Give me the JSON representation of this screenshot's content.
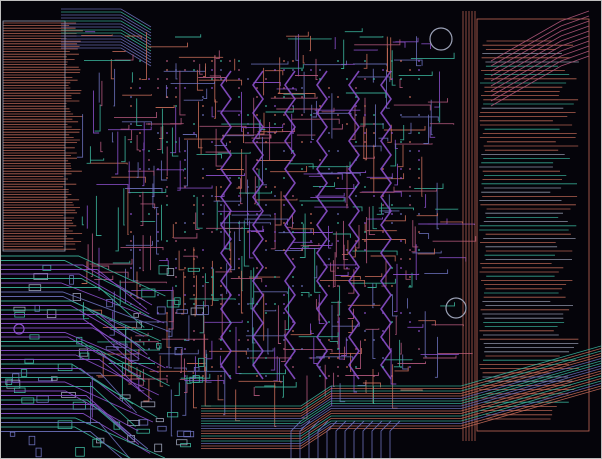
{
  "view": {
    "board": "pcb-layout-multilayer-routing",
    "background": "#05040a",
    "frame_color": "#bfbfbf"
  },
  "layers": [
    {
      "name": "copper-top",
      "color": "#c46a58"
    },
    {
      "name": "copper-inner-1",
      "color": "#3bb39a"
    },
    {
      "name": "copper-inner-2",
      "color": "#8a4fc9"
    },
    {
      "name": "copper-inner-3",
      "color": "#6a6fb8"
    },
    {
      "name": "copper-bottom",
      "color": "#b0577a"
    },
    {
      "name": "silkscreen",
      "color": "#9aa0b5"
    }
  ],
  "regions": [
    "left-edge-connector",
    "central-bga-fanout",
    "right-edge-connector",
    "bottom-left-components",
    "bottom-trace-bundle"
  ],
  "icons": [
    "mounting-hole-icon",
    "mounting-hole-icon",
    "via-pad-icon"
  ]
}
